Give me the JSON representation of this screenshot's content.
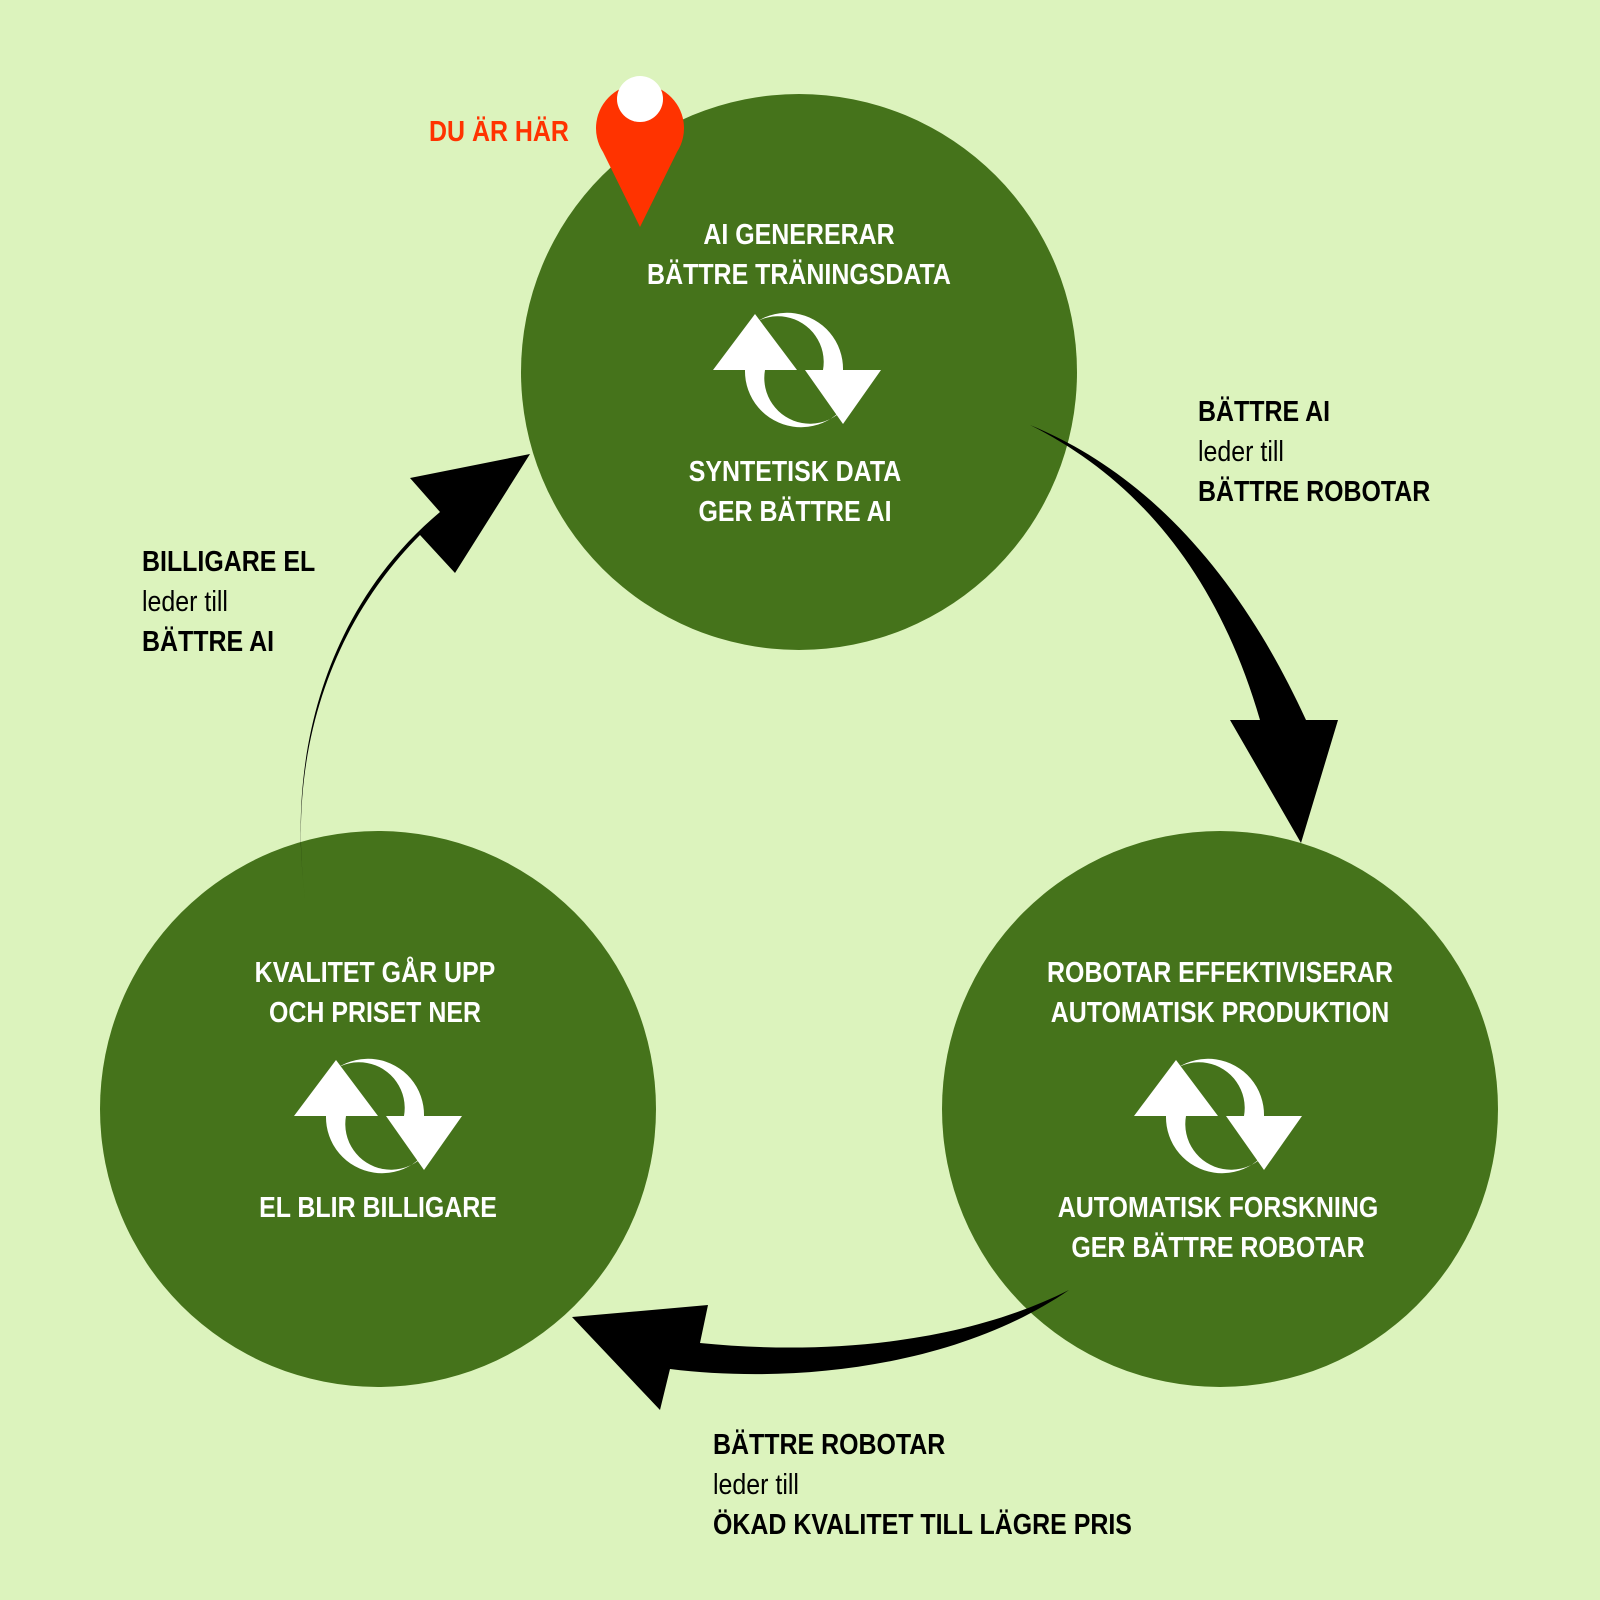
{
  "colors": {
    "background": "#dcf3bd",
    "node_fill": "#45731b",
    "node_text": "#ffffff",
    "arrow": "#000000",
    "marker": "#ff3300"
  },
  "marker": {
    "label": "DU ÄR HÄR",
    "icon": "map-pin-icon"
  },
  "nodes": [
    {
      "top_line1": "AI GENERERAR",
      "top_line2": "BÄTTRE TRÄNINGSDATA",
      "bottom_line1": "SYNTETISK DATA",
      "bottom_line2": "GER BÄTTRE AI",
      "icon": "cycle-arrows-icon"
    },
    {
      "top_line1": "ROBOTAR EFFEKTIVISERAR",
      "top_line2": "AUTOMATISK PRODUKTION",
      "bottom_line1": "AUTOMATISK FORSKNING",
      "bottom_line2": "GER BÄTTRE ROBOTAR",
      "icon": "cycle-arrows-icon"
    },
    {
      "top_line1": "KVALITET GÅR UPP",
      "top_line2": "OCH PRISET NER",
      "bottom_line1": "EL BLIR BILLIGARE",
      "icon": "cycle-arrows-icon"
    }
  ],
  "edges": [
    {
      "from": "BÄTTRE AI",
      "middle": "leder till",
      "to": "BÄTTRE ROBOTAR"
    },
    {
      "from": "BÄTTRE ROBOTAR",
      "middle": "leder till",
      "to": "ÖKAD KVALITET TILL LÄGRE PRIS"
    },
    {
      "from": "BILLIGARE EL",
      "middle": "leder till",
      "to": "BÄTTRE AI"
    }
  ]
}
